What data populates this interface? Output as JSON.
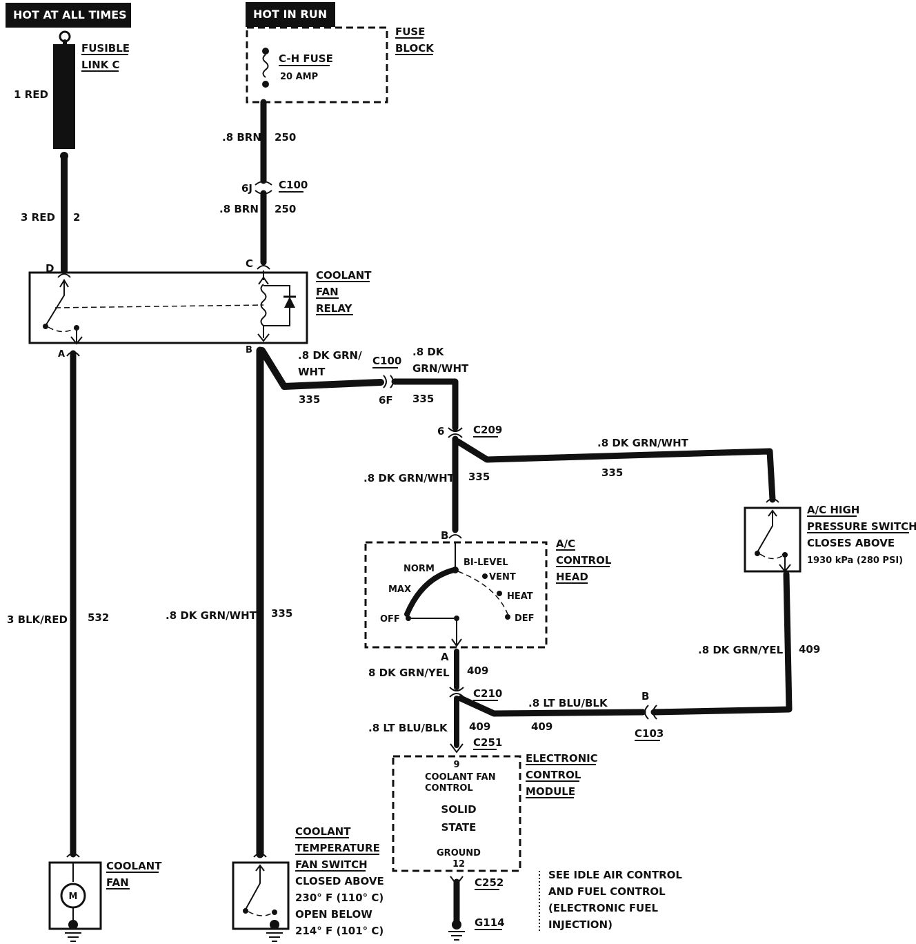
{
  "power": {
    "hot_at_all_times": "HOT AT ALL TIMES",
    "hot_in_run": "HOT IN RUN"
  },
  "fusible_link": {
    "name_line1": "FUSIBLE",
    "name_line2": "LINK C",
    "wire_label": "1 RED"
  },
  "fuse": {
    "name": "C-H FUSE",
    "rating": "20 AMP",
    "block_line1": "FUSE",
    "block_line2": "BLOCK"
  },
  "wires": {
    "w_brn_top": ".8 BRN",
    "w_brn_top_circuit": "250",
    "w_brn_bottom": ".8 BRN",
    "w_brn_bottom_circuit": "250",
    "w_3red": "3 RED",
    "w_3red_circuit": "2",
    "w_grnwht_relay_l1": ".8 DK GRN/",
    "w_grnwht_relay_l2": "WHT",
    "w_grnwht_relay_circuit": "335",
    "w_grnwht_c100_l1": ".8 DK",
    "w_grnwht_c100_l2": "GRN/WHT",
    "w_grnwht_c100_circuit": "335",
    "w_grnwht_ac_top": ".8 DK GRN/WHT",
    "w_grnwht_ac_top_circuit": "335",
    "w_grnwht_mid": ".8 DK GRN/WHT",
    "w_grnwht_mid_circuit": "335",
    "w_blkred": "3 BLK/RED",
    "w_blkred_circuit": "532",
    "w_grnwht_left": ".8 DK GRN/WHT",
    "w_grnwht_left_circuit": "335",
    "w_grnyel_right": ".8 DK GRN/YEL",
    "w_grnyel_right_circuit": "409",
    "w_grnyel_mid": "8 DK GRN/YEL",
    "w_grnyel_mid_circuit": "409",
    "w_ltblu_right": ".8 LT BLU/BLK",
    "w_ltblu_right_circuit": "409",
    "w_ltblu_left": ".8 LT BLU/BLK",
    "w_ltblu_left_circuit": "409"
  },
  "connectors": {
    "c100_top": "C100",
    "c100_top_pin": "6J",
    "c100_mid": "C100",
    "c100_mid_pin": "6F",
    "c209": "C209",
    "c209_pin": "6",
    "c210": "C210",
    "c251": "C251",
    "c252": "C252",
    "c103": "C103",
    "c103_pin": "B",
    "g114": "G114"
  },
  "relay": {
    "name_line1": "COOLANT",
    "name_line2": "FAN",
    "name_line3": "RELAY",
    "pin_d": "D",
    "pin_c": "C",
    "pin_a": "A",
    "pin_b": "B"
  },
  "ac_switch": {
    "name_line1": "A/C HIGH",
    "name_line2": "PRESSURE SWITCH",
    "desc_line1": "CLOSES ABOVE",
    "desc_line2": "1930 kPa (280 PSI)"
  },
  "ac_head": {
    "name_line1": "A/C",
    "name_line2": "CONTROL",
    "name_line3": "HEAD",
    "pin_b": "B",
    "pin_a": "A",
    "pos_norm": "NORM",
    "pos_bilevel": "BI-LEVEL",
    "pos_vent": "VENT",
    "pos_max": "MAX",
    "pos_heat": "HEAT",
    "pos_off": "OFF",
    "pos_def": "DEF"
  },
  "ecm": {
    "name_line1": "ELECTRONIC",
    "name_line2": "CONTROL",
    "name_line3": "MODULE",
    "pin_top": "9",
    "func_line1": "COOLANT FAN",
    "func_line2": "CONTROL",
    "state_line1": "SOLID",
    "state_line2": "STATE",
    "ground": "GROUND",
    "pin_bottom": "12"
  },
  "coolant_fan": {
    "name_line1": "COOLANT",
    "name_line2": "FAN",
    "motor": "M"
  },
  "temp_switch": {
    "name_line1": "COOLANT",
    "name_line2": "TEMPERATURE",
    "name_line3": "FAN SWITCH",
    "desc_line1": "CLOSED ABOVE",
    "desc_line2": "230° F (110° C)",
    "desc_line3": "OPEN BELOW",
    "desc_line4": "214° F (101° C)"
  },
  "note": {
    "line1": "SEE IDLE AIR CONTROL",
    "line2": "AND FUEL CONTROL",
    "line3": "(ELECTRONIC FUEL",
    "line4": "INJECTION)"
  }
}
